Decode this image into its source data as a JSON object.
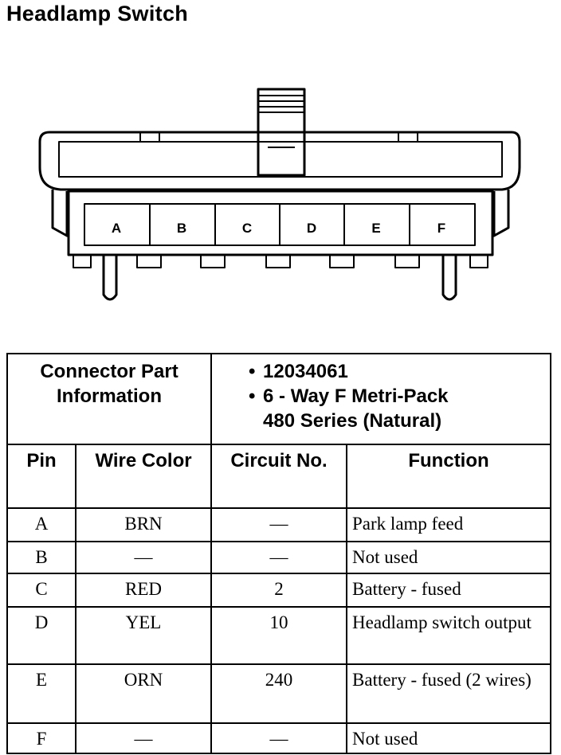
{
  "title": "Headlamp Switch",
  "connector": {
    "pins": [
      "A",
      "B",
      "C",
      "D",
      "E",
      "F"
    ],
    "icon": "connector-front-view"
  },
  "table": {
    "part_info_label": "Connector Part Information",
    "part_info_lines": [
      "12034061",
      "6 - Way F Metri-Pack",
      "480 Series (Natural)"
    ],
    "headers": [
      "Pin",
      "Wire Color",
      "Circuit No.",
      "Function"
    ],
    "rows": [
      {
        "pin": "A",
        "color": "BRN",
        "circuit": "—",
        "function": "Park lamp feed"
      },
      {
        "pin": "B",
        "color": "—",
        "circuit": "—",
        "function": "Not used"
      },
      {
        "pin": "C",
        "color": "RED",
        "circuit": "2",
        "function": "Battery - fused"
      },
      {
        "pin": "D",
        "color": "YEL",
        "circuit": "10",
        "function": "Headlamp switch output"
      },
      {
        "pin": "E",
        "color": "ORN",
        "circuit": "240",
        "function": "Battery - fused (2 wires)"
      },
      {
        "pin": "F",
        "color": "—",
        "circuit": "—",
        "function": "Not used"
      }
    ]
  }
}
